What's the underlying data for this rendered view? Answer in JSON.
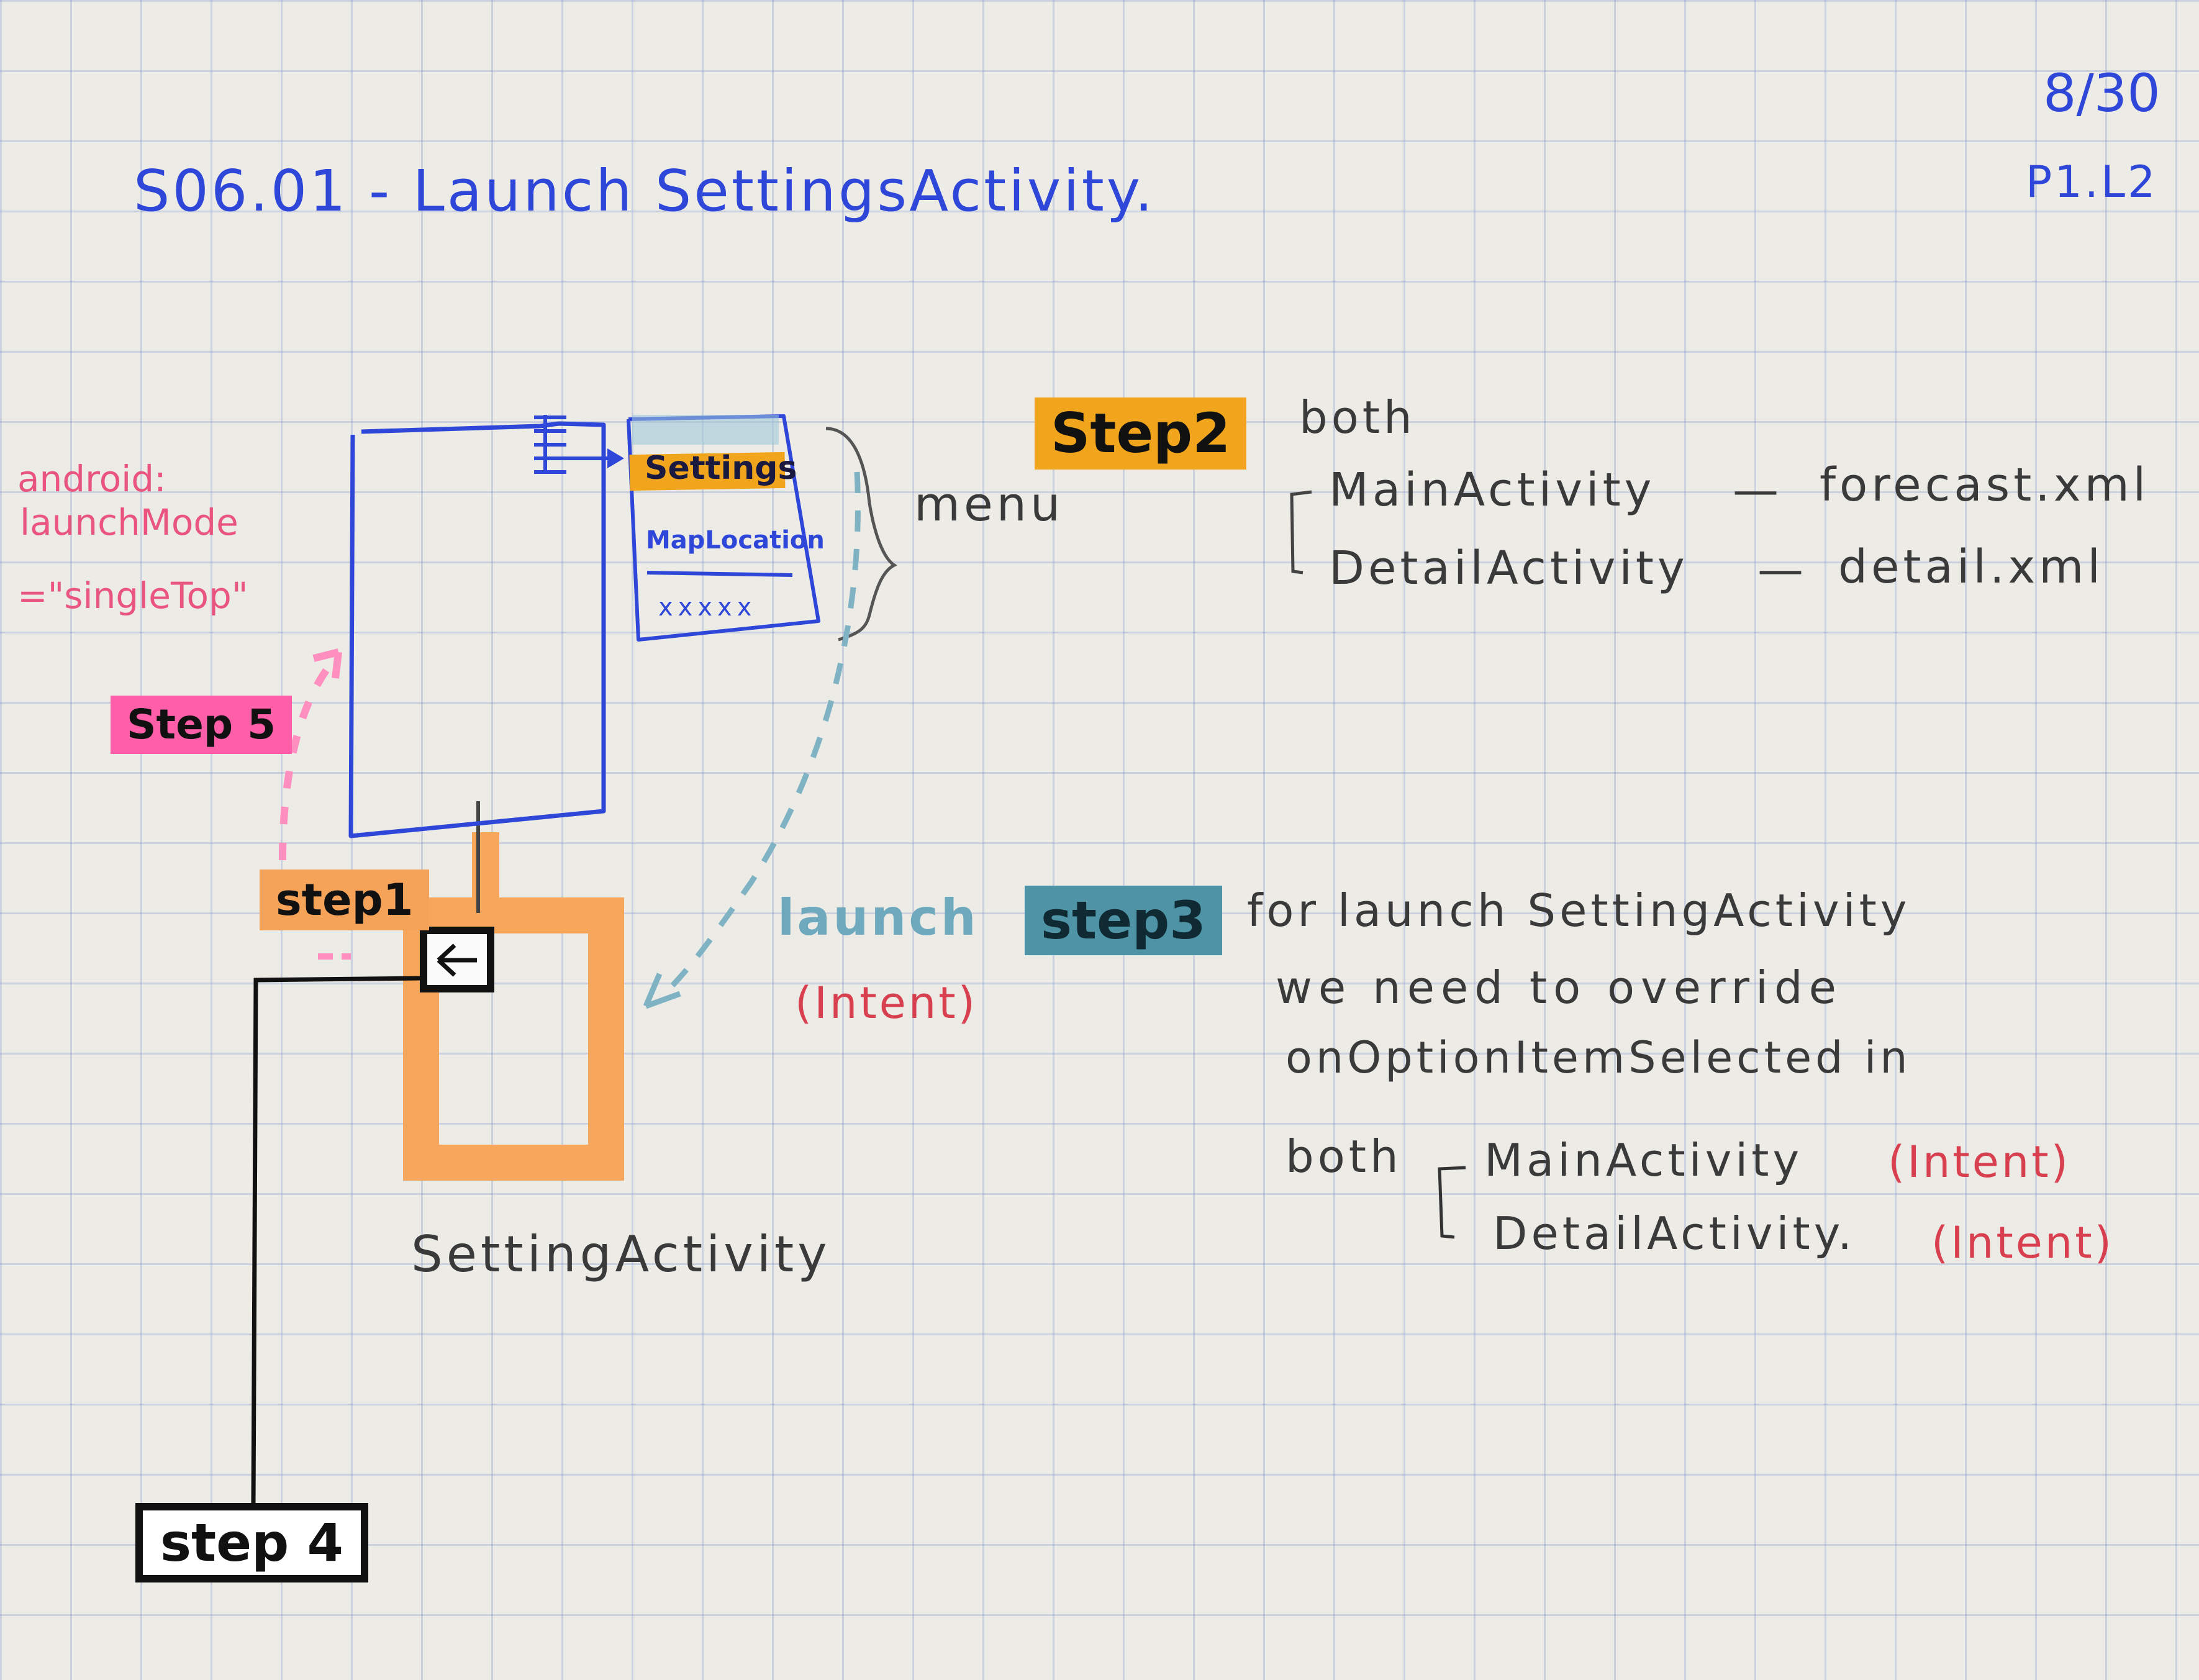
{
  "title": "S06.01 - Launch SettingsActivity.",
  "corner": {
    "date": "8/30",
    "page": "P1.L2"
  },
  "launch_mode": {
    "line1": "android:",
    "line2": "launchMode",
    "line3": "=\"singleTop\""
  },
  "menu": {
    "item1": "Settings",
    "item2": "MapLocation",
    "item3": "xxxxx",
    "label": "menu"
  },
  "steps": {
    "step1": "step1",
    "step2": "Step2",
    "step3": "step3",
    "step4": "step 4",
    "step5": "Step 5"
  },
  "step2_notes": {
    "both": "both",
    "main": "MainActivity",
    "main_file": "forecast.xml",
    "detail": "DetailActivity",
    "detail_file": "detail.xml",
    "dash": "—"
  },
  "launch_label": "launch",
  "intent_label": "(Intent)",
  "step3_notes": {
    "line1": "for launch SettingActivity",
    "line2": "we need to override",
    "line3": "onOptionItemSelected in",
    "both": "both",
    "main": "MainActivity",
    "detail": "DetailActivity.",
    "intent1": "(Intent)",
    "intent2": "(Intent)"
  },
  "settings_activity_label": "SettingActivity",
  "colors": {
    "blue_ink": "#2f47d8",
    "orange_marker": "#f6a35a",
    "yellow_marker": "#f1a51d",
    "pink_marker": "#ff5fa8",
    "teal_marker": "#6fa9bd",
    "red_ink": "#d8404f",
    "black_ink": "#111111"
  },
  "icons": {
    "back": "back-arrow-icon"
  }
}
